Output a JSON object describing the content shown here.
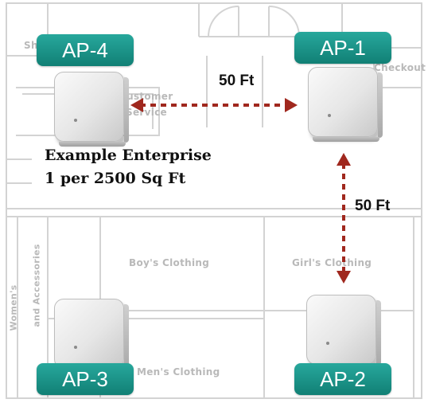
{
  "access_points": [
    {
      "label": "AP-4"
    },
    {
      "label": "AP-1"
    },
    {
      "label": "AP-3"
    },
    {
      "label": "AP-2"
    }
  ],
  "distances": {
    "horizontal": "50 Ft",
    "vertical": "50 Ft"
  },
  "caption": {
    "line1": "Example Enterprise",
    "line2": "1 per 2500 Sq Ft"
  },
  "floor_plan_labels": {
    "boys": "Boy's Clothing",
    "girls": "Girl's Clothing",
    "mens": "Men's Clothing",
    "customer_service_1": "Customer",
    "customer_service_2": "Service",
    "checkout": "Checkout",
    "womens_1": "Women's",
    "womens_2": "and Accessories",
    "top_left": "Sh"
  },
  "colors": {
    "badge": "#1a9387",
    "arrow": "#a0281e"
  }
}
